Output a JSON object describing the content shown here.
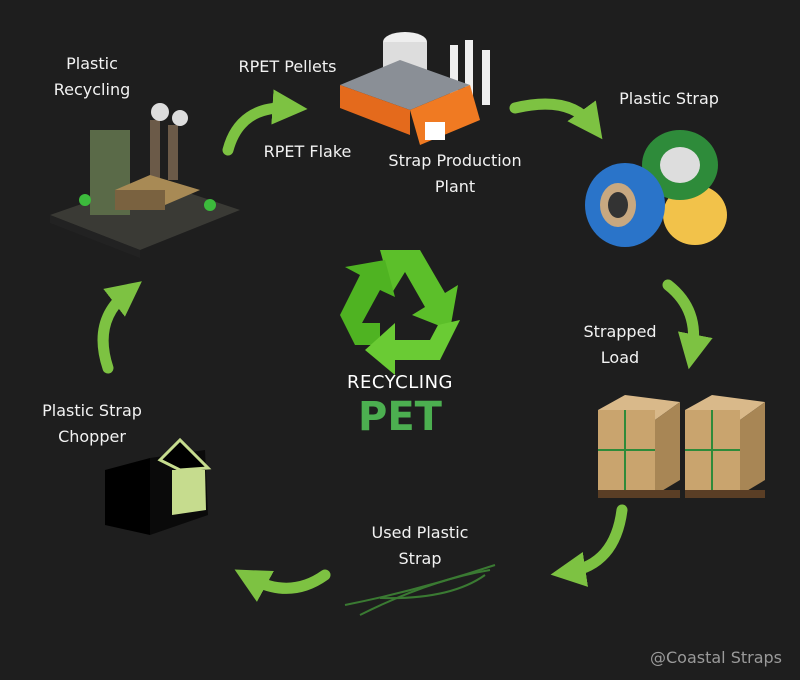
{
  "center": {
    "line1": "RECYCLING",
    "line2": "PET",
    "accent_color": "#4caf50",
    "icon": "recycle-icon"
  },
  "stages": {
    "recycling": "Plastic\nRecycling",
    "pellets": "RPET Pellets",
    "flake": "RPET Flake",
    "plant": "Strap Production\nPlant",
    "strap": "Plastic Strap",
    "load": "Strapped\nLoad",
    "used": "Used Plastic\nStrap",
    "chopper": "Plastic Strap\nChopper"
  },
  "watermark": "@Coastal Straps",
  "arrow_color": "#7dc242"
}
